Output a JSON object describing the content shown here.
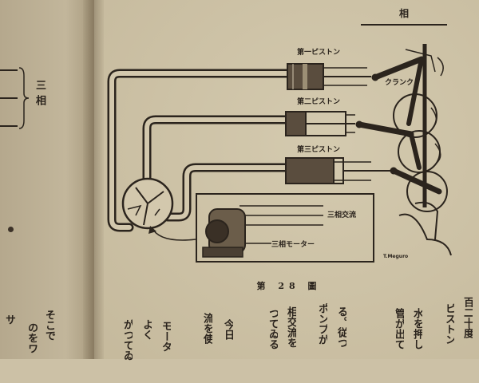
{
  "running_head": "相",
  "left_page": {
    "bracket_label": "三相",
    "columns": [
      "そこで",
      "のをワ",
      "サ"
    ]
  },
  "figure": {
    "labels": {
      "piston1": "第一ピストン",
      "piston2": "第二ピストン",
      "piston3": "第三ピストン",
      "crank": "クランク",
      "three_phase_ac": "三相交流",
      "motor": "三相モーター",
      "signature": "T.Meguro"
    },
    "caption": "第 28 圖"
  },
  "text_columns": [
    "百二十度",
    "ピストン",
    "水を押し",
    "管が出て",
    "る。従つ",
    "ポンプが",
    "相交流を",
    "つてゐる",
    "今日",
    "流を使",
    "モータ",
    "よく",
    "がつてゐ"
  ]
}
